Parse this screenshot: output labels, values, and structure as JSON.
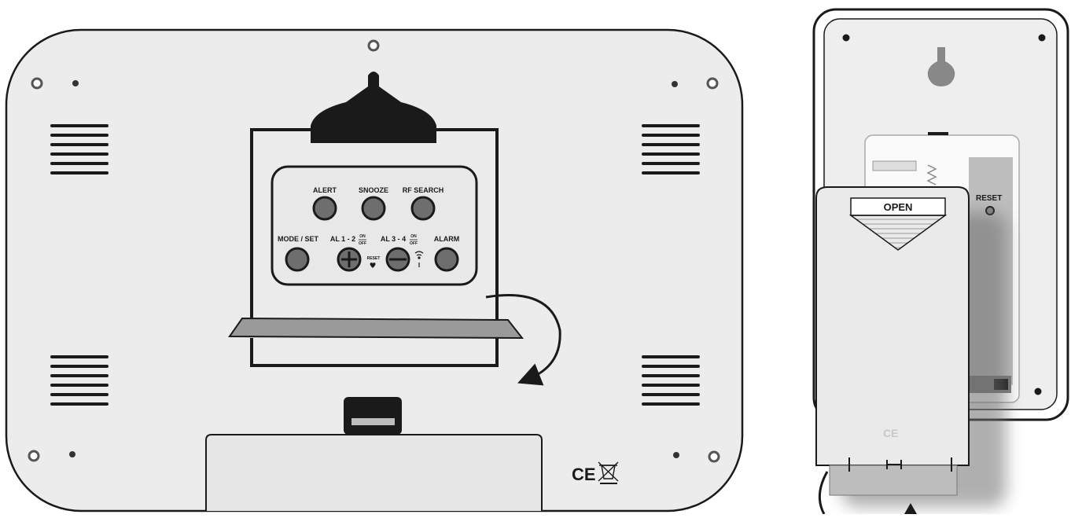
{
  "base_station": {
    "buttons_row1": [
      {
        "id": "alert",
        "label": "ALERT"
      },
      {
        "id": "snooze",
        "label": "SNOOZE"
      },
      {
        "id": "rf-search",
        "label": "RF SEARCH"
      }
    ],
    "buttons_row2": [
      {
        "id": "mode-set",
        "label": "MODE / SET"
      },
      {
        "id": "al12",
        "label": "AL 1 - 2",
        "sub_top": "ON",
        "sub_bottom": "OFF"
      },
      {
        "id": "al34",
        "label": "AL 3 - 4",
        "sub_top": "ON",
        "sub_bottom": "OFF"
      },
      {
        "id": "alarm",
        "label": "ALARM"
      }
    ],
    "reset_small_label": "RESET",
    "compliance_mark": "CE"
  },
  "sensor": {
    "cover_label": "OPEN",
    "reset_label": "RESET",
    "cover_mark": "CE"
  },
  "colors": {
    "body_fill": "#ececec",
    "outline": "#1a1a1a",
    "button_fill": "#6e6e6e",
    "panel_fill": "#e8e8e8"
  }
}
